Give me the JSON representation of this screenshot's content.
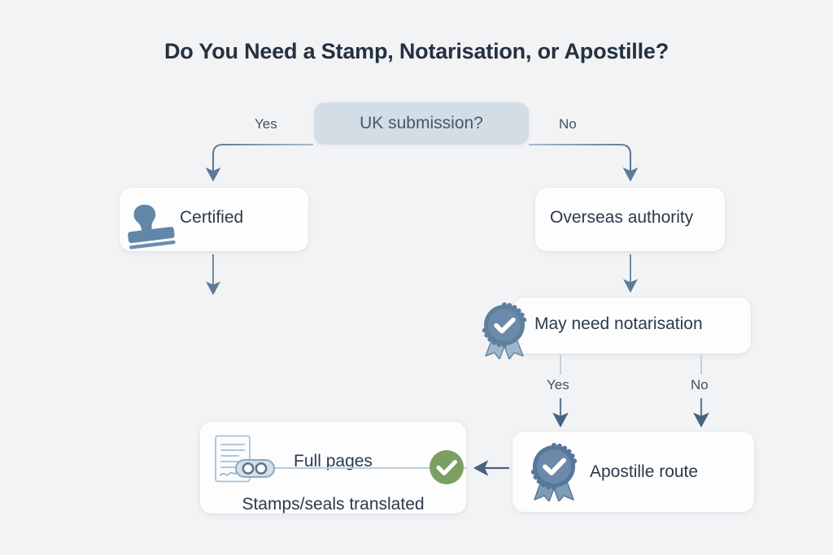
{
  "page": {
    "title": "Do You Need a Stamp, Notarisation, or Apostille?",
    "background_color": "#f2f3f5",
    "accent_slate": "#5f7f9e",
    "accent_green": "#7d9e63",
    "decision_fill": "#d3dde5",
    "card_fill": "#fdfdfe",
    "text_color": "#2b3a4a"
  },
  "chart_data": {
    "type": "diagram",
    "title": "Do You Need a Stamp, Notarisation, or Apostille?",
    "nodes": [
      {
        "id": "decision-uk",
        "label": "UK submission?",
        "kind": "decision",
        "icon": null
      },
      {
        "id": "certified",
        "label": "Certified",
        "kind": "outcome",
        "icon": "stamp-icon"
      },
      {
        "id": "overseas",
        "label": "Overseas authority",
        "kind": "outcome",
        "icon": null
      },
      {
        "id": "notarisation",
        "label": "May need notarisation",
        "kind": "decision-outcome",
        "icon": "rosette-check-icon"
      },
      {
        "id": "apostille",
        "label": "Apostille route",
        "kind": "outcome",
        "icon": "rosette-check-icon"
      },
      {
        "id": "output",
        "label": "Full pages / Stamps/seals translated",
        "kind": "result",
        "icon": "document-seal-icon"
      }
    ],
    "edges": [
      {
        "from": "decision-uk",
        "to": "certified",
        "label": "Yes"
      },
      {
        "from": "decision-uk",
        "to": "overseas",
        "label": "No"
      },
      {
        "from": "certified",
        "to": null,
        "label": ""
      },
      {
        "from": "overseas",
        "to": "notarisation",
        "label": ""
      },
      {
        "from": "notarisation",
        "to": "apostille",
        "label": "Yes"
      },
      {
        "from": "notarisation",
        "to": "apostille",
        "label": "No"
      },
      {
        "from": "apostille",
        "to": "output",
        "label": ""
      }
    ]
  },
  "decision": {
    "label": "UK submission?"
  },
  "branches": {
    "yes_top": "Yes",
    "no_top": "No",
    "yes_mid": "Yes",
    "no_mid": "No"
  },
  "nodes": {
    "certified": {
      "label": "Certified"
    },
    "overseas": {
      "label": "Overseas authority"
    },
    "notarisation": {
      "label": "May need notarisation"
    },
    "apostille": {
      "label": "Apostille route"
    },
    "output": {
      "top_label": "Full pages",
      "bottom_label": "Stamps/seals translated"
    }
  },
  "icons": {
    "stamp": "stamp-icon",
    "rosette": "rosette-check-icon",
    "document": "document-seal-icon",
    "green_check": "green-check-icon"
  }
}
